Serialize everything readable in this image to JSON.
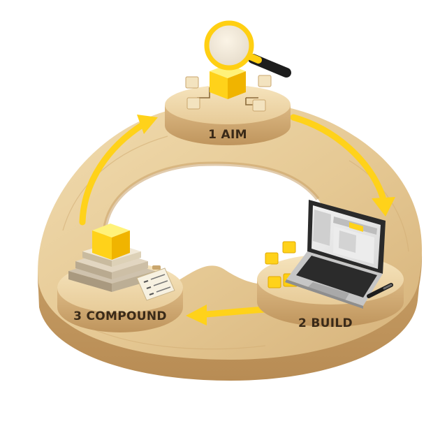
{
  "stages": [
    {
      "number": "1",
      "name": "AIM",
      "label": "1 AIM"
    },
    {
      "number": "2",
      "name": "BUILD",
      "label": "2 BUILD"
    },
    {
      "number": "3",
      "name": "COMPOUND",
      "label": "3 COMPOUND"
    }
  ],
  "icons": {
    "aim": "magnifying-glass-icon",
    "build": "laptop-icon",
    "compound": "stacked-blocks-icon"
  },
  "colors": {
    "wood": "#e3c691",
    "wood_dark": "#b98d52",
    "accent_yellow": "#ffd21a",
    "text": "#3a2a18"
  }
}
